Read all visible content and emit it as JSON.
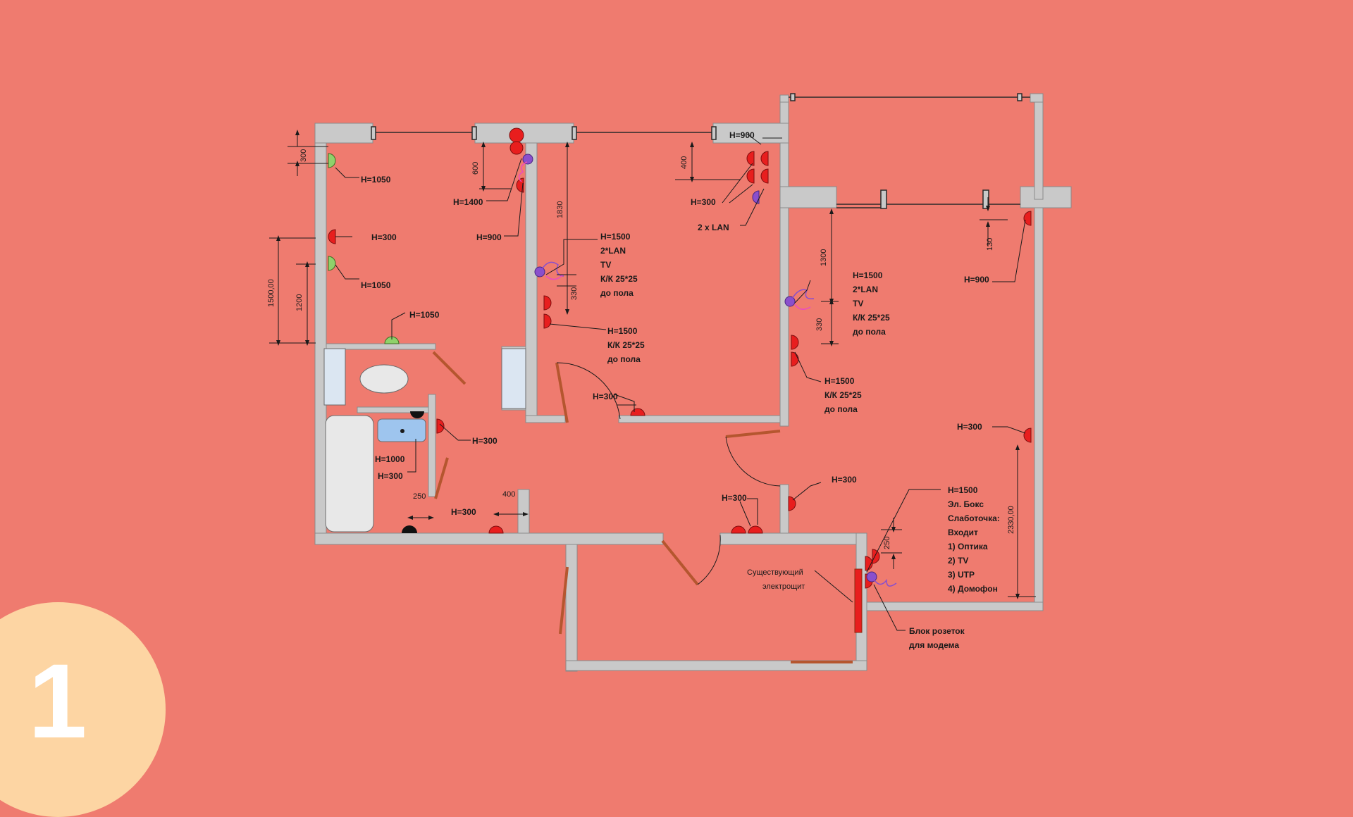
{
  "slide_number": "1",
  "labels": {
    "h1050_a": "H=1050",
    "h300_a": "H=300",
    "h1050_b": "H=1050",
    "h1050_c": "H=1050",
    "h1400": "H=1400",
    "h900_a": "H=900",
    "h1500_lan_a": [
      "H=1500",
      "2*LAN",
      "TV",
      "К/К 25*25",
      "до пола"
    ],
    "h1500_kk_a": [
      "H=1500",
      "К/К 25*25",
      "до пола"
    ],
    "h300_b": "H=300",
    "h900_b": "H=900",
    "h300_c": "H=300",
    "lan2": "2 x LAN",
    "h1500_lan_b": [
      "H=1500",
      "2*LAN",
      "TV",
      "К/К 25*25",
      "до пола"
    ],
    "h1500_kk_b": [
      "H=1500",
      "К/К 25*25",
      "до пола"
    ],
    "h900_c": "H=900",
    "h300_d": "H=300",
    "h300_bath": "H=300",
    "h1000": "H=1000",
    "h300_e": "H=300",
    "h300_f": "H=300",
    "h300_g": "H=300",
    "h300_h": "H=300",
    "box": [
      "H=1500",
      "Эл. Бокс",
      "Слаботочка:",
      "Входит",
      "1) Оптика",
      "2) TV",
      "3) UTP",
      "4) Домофон"
    ],
    "panel": [
      "Существующий",
      "электрощит"
    ],
    "modem": [
      "Блок розеток",
      "для модема"
    ]
  },
  "dimensions": {
    "d300": "300",
    "d600": "600",
    "d1830": "1830",
    "d400_top": "400",
    "d1500": "1500,00",
    "d1200": "1200",
    "d330_a": "330",
    "d1300": "1300",
    "d330_b": "330",
    "d130": "130",
    "d2330": "2330,00",
    "d250_bath": "250",
    "d400_bottom": "400",
    "d250_box": "250"
  },
  "colors": {
    "background": "#ef7b6f",
    "wall": "#c9c9c9",
    "socket": "#e81e1e",
    "switch": "#8fd16b",
    "lan": "#8a4fcc",
    "door": "#b5562f",
    "badge": "#fdd5a3"
  }
}
